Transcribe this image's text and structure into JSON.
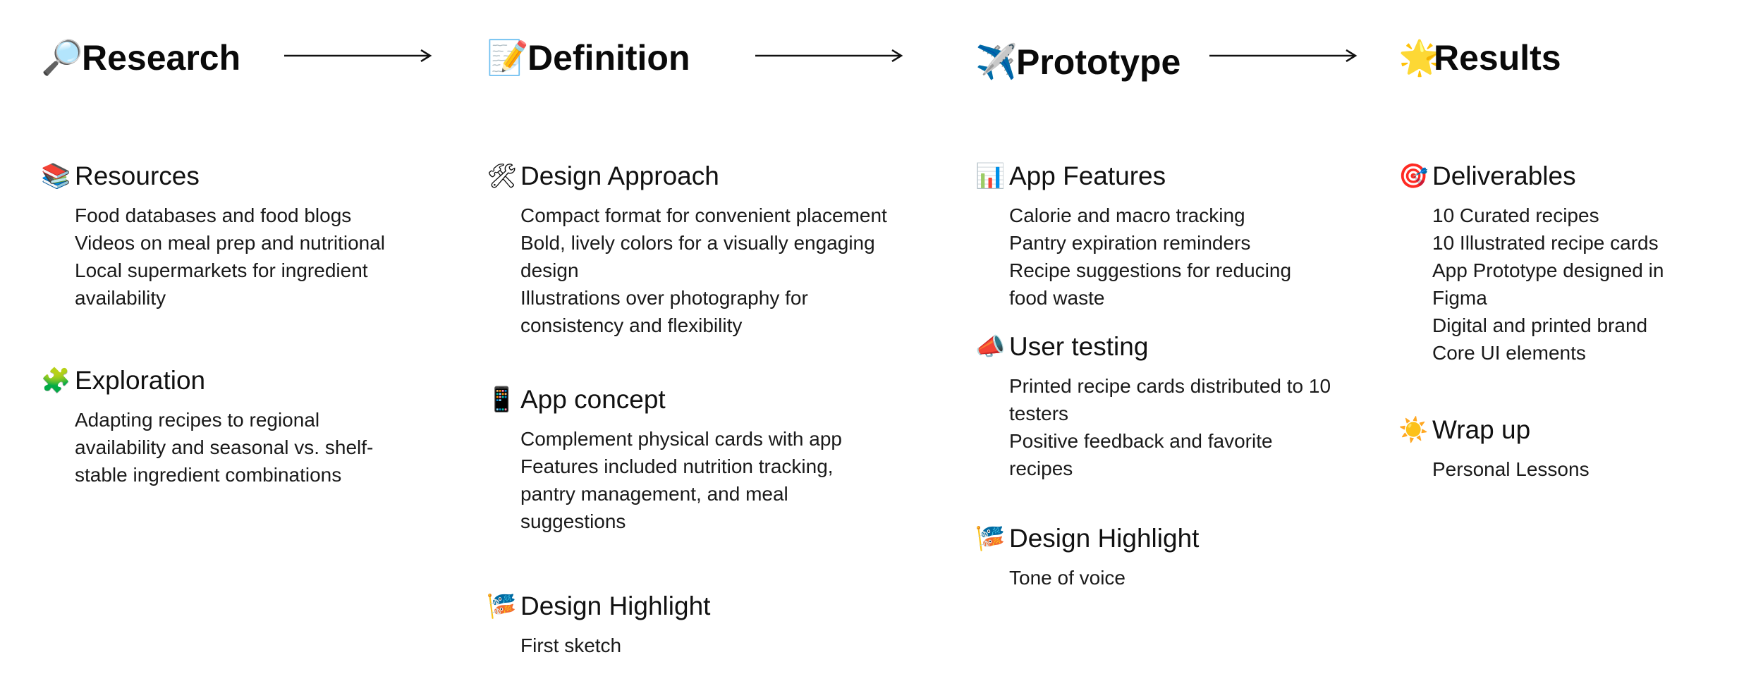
{
  "phases": [
    {
      "icon": "magnifier-icon",
      "emoji": "🔎",
      "title": "Research",
      "sections": [
        {
          "icon": "books-icon",
          "emoji": "📚",
          "title": "Resources",
          "items": [
            "Food databases and food blogs",
            "Videos on meal prep and nutritional",
            "Local supermarkets for ingredient",
            "availability"
          ]
        },
        {
          "icon": "puzzle-piece-icon",
          "emoji": "🧩",
          "title": "Exploration",
          "items": [
            "Adapting recipes to regional",
            "availability and seasonal vs. shelf-",
            "stable ingredient combinations"
          ]
        }
      ]
    },
    {
      "icon": "memo-icon",
      "emoji": "📝",
      "title": "Definition",
      "sections": [
        {
          "icon": "hammer-wrench-icon",
          "emoji": "🛠",
          "title": "Design Approach",
          "items": [
            "Compact format for convenient placement",
            "Bold, lively colors for a visually engaging",
            "design",
            "Illustrations over photography for",
            "consistency and flexibility"
          ]
        },
        {
          "icon": "mobile-phone-icon",
          "emoji": "📱",
          "title": "App concept",
          "items": [
            "Complement physical cards with app",
            "Features included nutrition tracking,",
            "pantry management, and meal",
            "suggestions"
          ]
        },
        {
          "icon": "carp-streamer-icon",
          "emoji": "🎏",
          "title": "Design Highlight",
          "items": [
            "First sketch"
          ]
        }
      ]
    },
    {
      "icon": "airplane-icon",
      "emoji": "✈️",
      "title": "Prototype",
      "sections": [
        {
          "icon": "bar-chart-icon",
          "emoji": "📊",
          "title": "App Features",
          "items": [
            "Calorie and macro tracking",
            "Pantry expiration reminders",
            "Recipe suggestions for reducing",
            "food waste"
          ]
        },
        {
          "icon": "megaphone-icon",
          "emoji": "📣",
          "title": "User testing",
          "items": [
            "Printed recipe cards distributed to 10",
            "testers",
            "Positive feedback and favorite",
            "recipes"
          ]
        },
        {
          "icon": "carp-streamer-icon",
          "emoji": "🎏",
          "title": "Design Highlight",
          "items": [
            "Tone of voice"
          ]
        }
      ]
    },
    {
      "icon": "glowing-star-icon",
      "emoji": "🌟",
      "title": "Results",
      "sections": [
        {
          "icon": "target-icon",
          "emoji": "🎯",
          "title": "Deliverables",
          "items": [
            "10 Curated recipes",
            "10 Illustrated recipe cards",
            "App Prototype designed in",
            "Figma",
            "Digital and printed brand",
            "Core UI elements"
          ]
        },
        {
          "icon": "sun-icon",
          "emoji": "☀️",
          "title": "Wrap up",
          "items": [
            "Personal Lessons"
          ]
        }
      ]
    }
  ],
  "colors": {
    "text": "#111111",
    "background": "#ffffff",
    "arrow": "#111111"
  }
}
